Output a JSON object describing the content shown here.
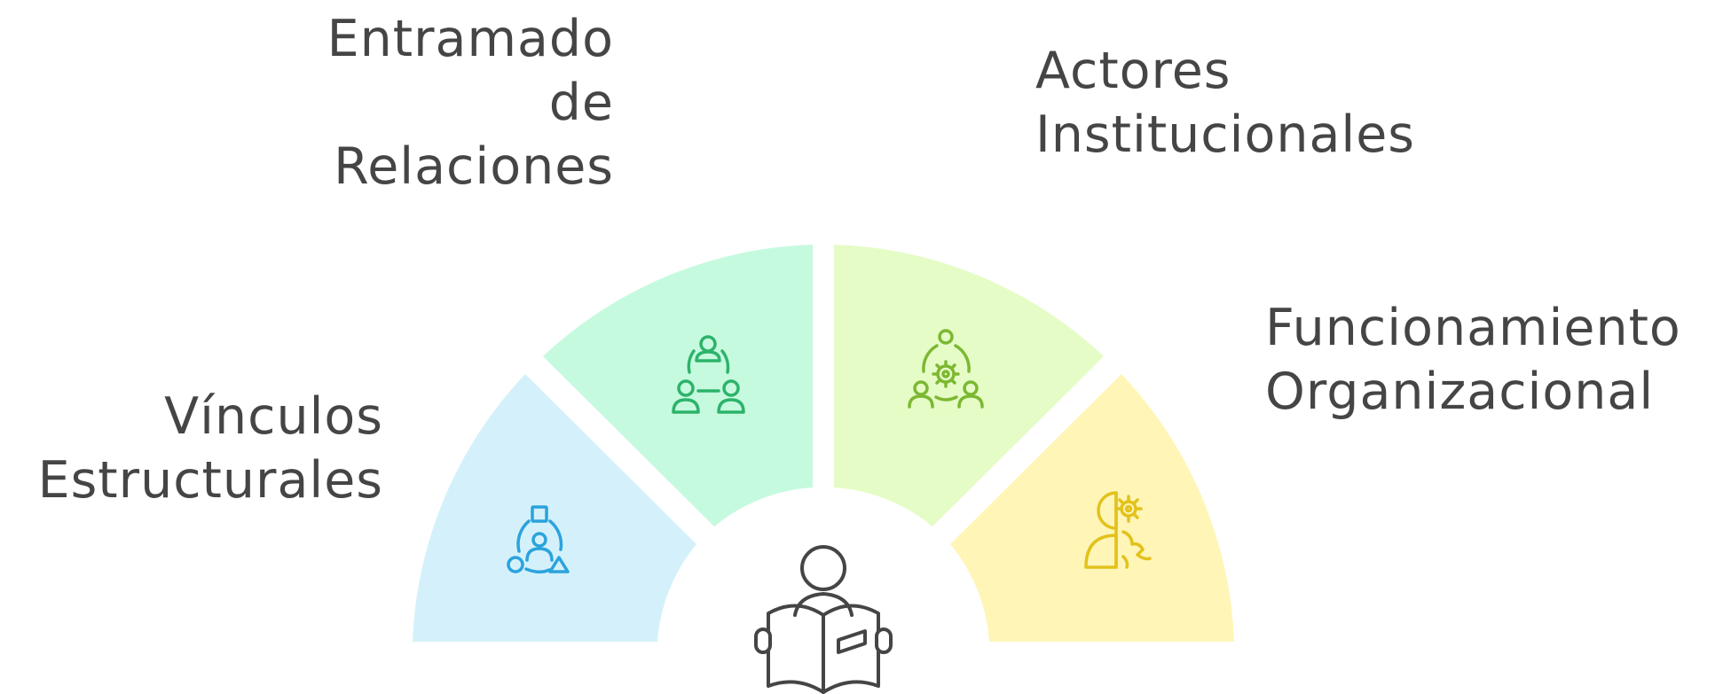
{
  "segments": [
    {
      "id": "vinculos",
      "label_lines": [
        "Vínculos",
        "Estructurales"
      ],
      "fill": "#d4f1fb",
      "icon": "community-shapes-icon",
      "icon_color": "#2aa3dc"
    },
    {
      "id": "entramado",
      "label_lines": [
        "Entramado",
        "de",
        "Relaciones"
      ],
      "fill": "#c6fadf",
      "icon": "group-network-icon",
      "icon_color": "#2db36a"
    },
    {
      "id": "actores",
      "label_lines": [
        "Actores",
        "Institucionales"
      ],
      "fill": "#e5fcc6",
      "icon": "team-gear-icon",
      "icon_color": "#7cb832"
    },
    {
      "id": "funcionamiento",
      "label_lines": [
        "Funcionamiento",
        "Organizacional"
      ],
      "fill": "#fff5b7",
      "icon": "head-gears-icon",
      "icon_color": "#e2c21b"
    }
  ],
  "center_icon": "person-reading-book-icon",
  "text_color": "#454545"
}
